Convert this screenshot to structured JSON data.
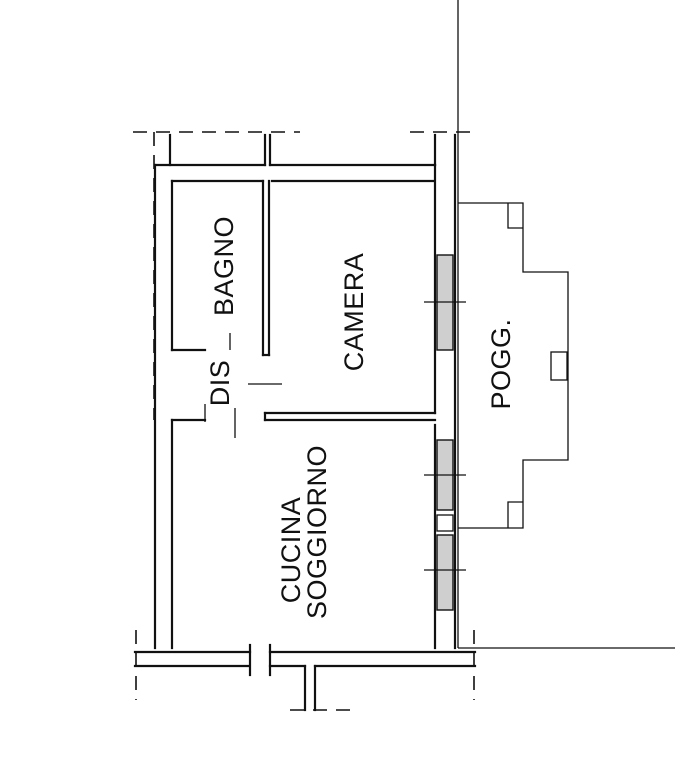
{
  "rooms": {
    "bagno": "BAGNO",
    "camera": "CAMERA",
    "dis": "DIS",
    "cucina": "CUCINA",
    "soggiorno": "SOGGIORNO",
    "pogg": "POGG."
  }
}
